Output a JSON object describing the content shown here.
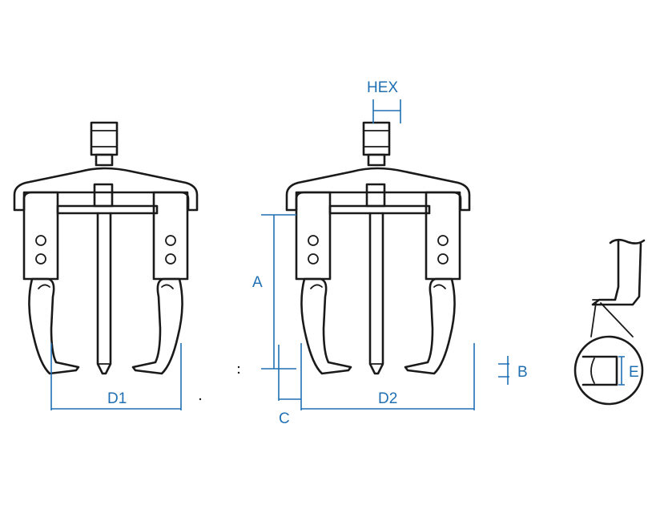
{
  "labels": {
    "hex": "HEX",
    "a": "A",
    "b": "B",
    "c": "C",
    "d1": "D1",
    "d2": "D2",
    "e": "E"
  },
  "colors": {
    "outline": "#1a1a1a",
    "dimension": "#1f6fb2",
    "background": "#ffffff"
  }
}
